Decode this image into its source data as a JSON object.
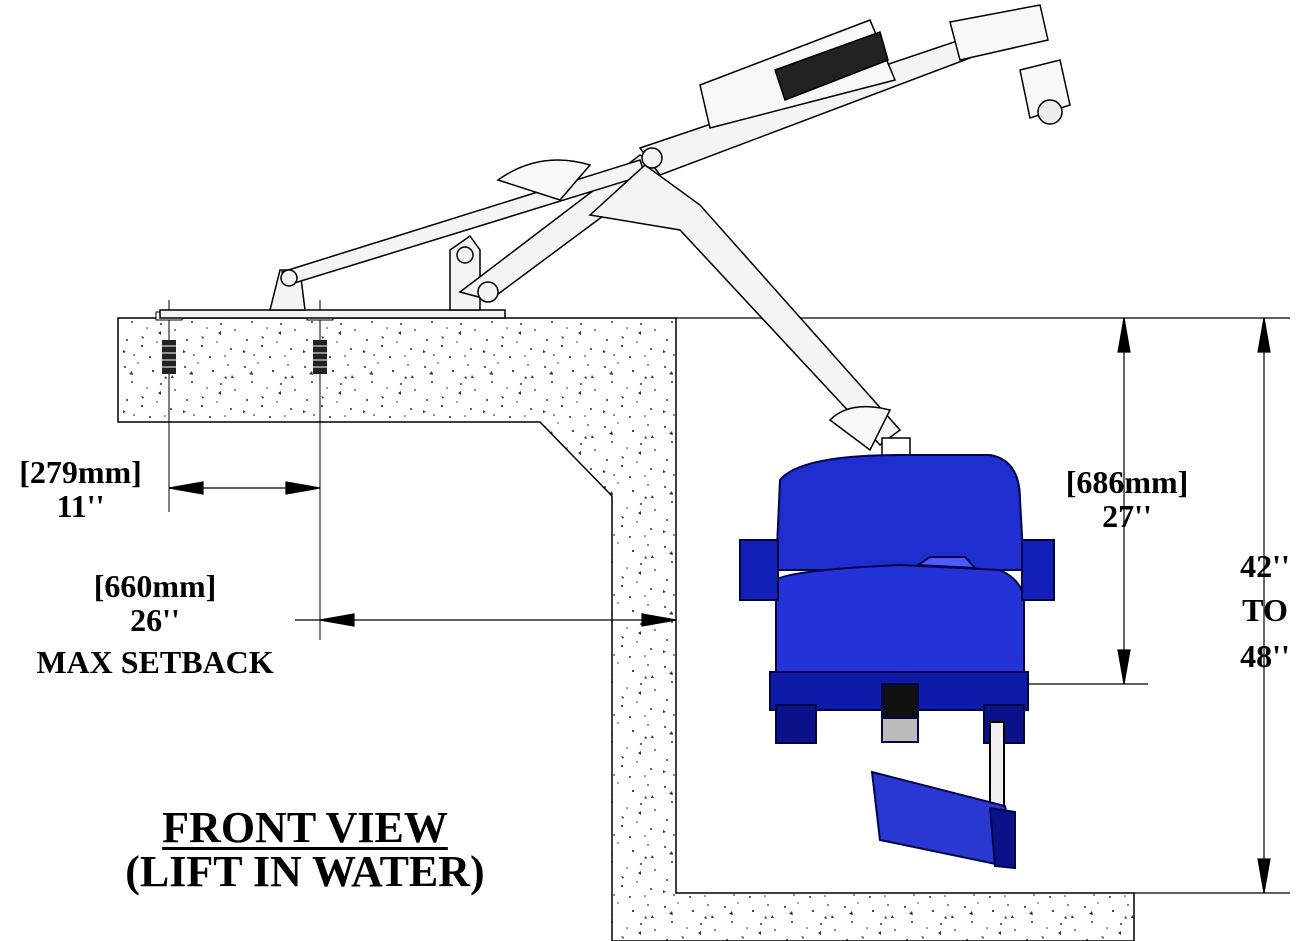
{
  "dimensions": {
    "anchor_spacing": {
      "metric": "[279mm]",
      "imperial": "11''"
    },
    "setback": {
      "metric": "[660mm]",
      "imperial": "26''",
      "note": "MAX SETBACK"
    },
    "seat_depth": {
      "metric": "[686mm]",
      "imperial": "27''"
    },
    "water_depth": {
      "from": "42''",
      "connector": "TO",
      "to": "48''"
    }
  },
  "title": {
    "line1": "FRONT VIEW",
    "line2": "(LIFT IN WATER)"
  },
  "colors": {
    "seat": "#1f2fcf",
    "seat_dark": "#0a128a",
    "seat_light": "#4a5cff",
    "line": "#000000",
    "concrete_speck": "#333333",
    "metal": "#e8e8e8"
  }
}
